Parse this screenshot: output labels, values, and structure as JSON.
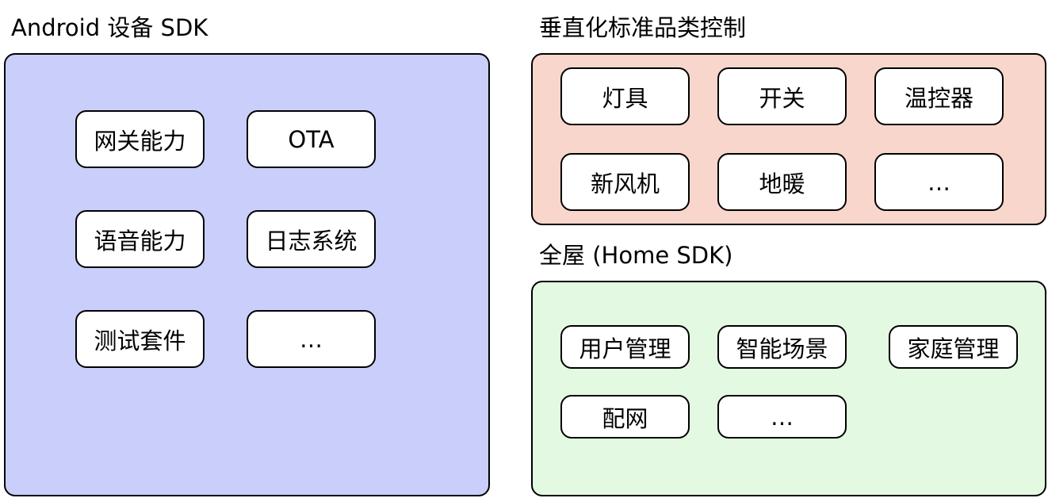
{
  "android": {
    "title": "Android 设备 SDK",
    "color": "#c9cffa",
    "items": [
      "网关能力",
      "OTA",
      "语音能力",
      "日志系统",
      "测试套件",
      "…"
    ]
  },
  "vertical": {
    "title": "垂直化标准品类控制",
    "color": "#f8d6cc",
    "items": [
      "灯具",
      "开关",
      "温控器",
      "新风机",
      "地暖",
      "…"
    ]
  },
  "home": {
    "title": "全屋 (Home SDK)",
    "color": "#e4f9e1",
    "items": [
      "用户管理",
      "智能场景",
      "家庭管理",
      "配网",
      "…"
    ]
  }
}
